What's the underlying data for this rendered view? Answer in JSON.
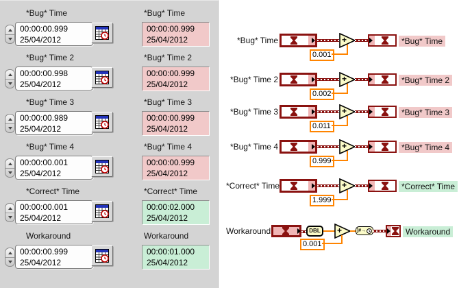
{
  "colors": {
    "panel_bg": "#d4d4d4",
    "pink": "#f1c9c9",
    "green": "#c9eed6",
    "timestamp_maroon": "#8a1210",
    "numeric_orange": "#ff8400",
    "node_fill": "#fbfbc9"
  },
  "front_panel": {
    "rows": [
      {
        "label": "*Bug* Time",
        "control_time": "00:00:00.999",
        "control_date": "25/04/2012",
        "indicator_label": "*Bug* Time",
        "indicator_time": "00:00:00.999",
        "indicator_date": "25/04/2012",
        "indicator_color": "pink"
      },
      {
        "label": "*Bug* Time 2",
        "control_time": "00:00:00.998",
        "control_date": "25/04/2012",
        "indicator_label": "*Bug* Time 2",
        "indicator_time": "00:00:00.999",
        "indicator_date": "25/04/2012",
        "indicator_color": "pink"
      },
      {
        "label": "*Bug* Time 3",
        "control_time": "00:00:00.989",
        "control_date": "25/04/2012",
        "indicator_label": "*Bug* Time 3",
        "indicator_time": "00:00:00.999",
        "indicator_date": "25/04/2012",
        "indicator_color": "pink"
      },
      {
        "label": "*Bug* Time 4",
        "control_time": "00:00:00.001",
        "control_date": "25/04/2012",
        "indicator_label": "*Bug* Time 4",
        "indicator_time": "00:00:00.999",
        "indicator_date": "25/04/2012",
        "indicator_color": "pink"
      },
      {
        "label": "*Correct* Time",
        "control_time": "00:00:00.001",
        "control_date": "25/04/2012",
        "indicator_label": "*Correct* Time",
        "indicator_time": "00:00:02.000",
        "indicator_date": "25/04/2012",
        "indicator_color": "green"
      },
      {
        "label": "Workaround",
        "control_time": "00:00:00.999",
        "control_date": "25/04/2012",
        "indicator_label": "Workaround",
        "indicator_time": "00:00:01.000",
        "indicator_date": "25/04/2012",
        "indicator_color": "green"
      }
    ]
  },
  "diagram": {
    "plus": "+",
    "dbl_label": "DBL",
    "converter_label": "]#→",
    "rows": [
      {
        "label": "*Bug* Time",
        "constant": "0.001",
        "indicator_label": "*Bug* Time",
        "label_bg": "pink"
      },
      {
        "label": "*Bug* Time 2",
        "constant": "0.002",
        "indicator_label": "*Bug* Time 2",
        "label_bg": "pink"
      },
      {
        "label": "*Bug* Time 3",
        "constant": "0.011",
        "indicator_label": "*Bug* Time 3",
        "label_bg": "pink"
      },
      {
        "label": "*Bug* Time 4",
        "constant": "0.999",
        "indicator_label": "*Bug* Time 4",
        "label_bg": "pink"
      },
      {
        "label": "*Correct* Time",
        "constant": "1.999",
        "indicator_label": "*Correct* Time",
        "label_bg": "green"
      },
      {
        "label": "Workaround",
        "constant": "0.001",
        "indicator_label": "Workaround",
        "label_bg": "green"
      }
    ]
  }
}
